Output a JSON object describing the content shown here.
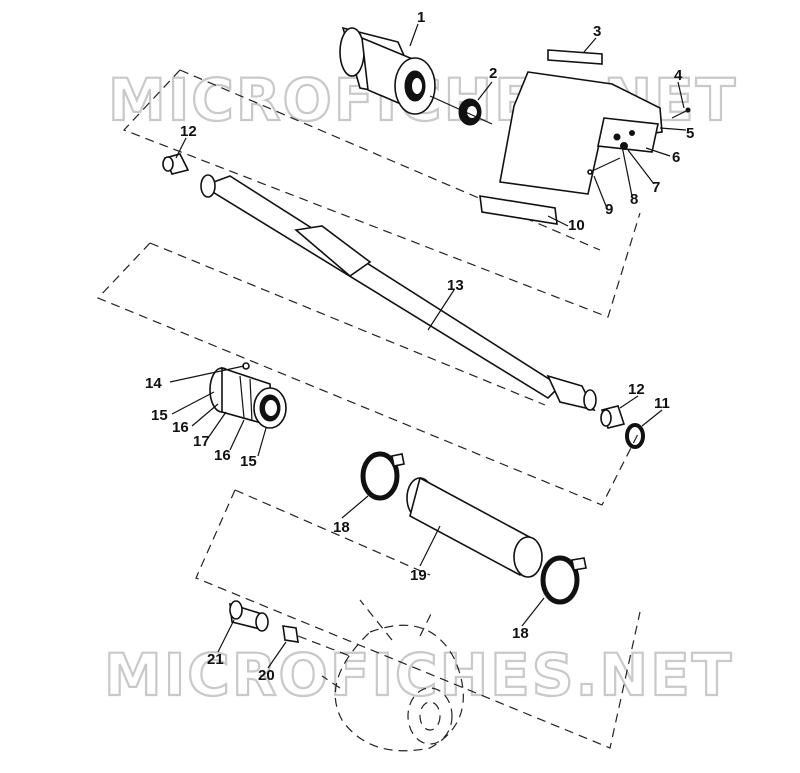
{
  "watermark": {
    "top": "MICROFICHES.NET",
    "bottom": "MICROFICHES.NET"
  },
  "callouts": {
    "c1": "1",
    "c2": "2",
    "c3": "3",
    "c4": "4",
    "c5": "5",
    "c6": "6",
    "c7": "7",
    "c8": "8",
    "c9": "9",
    "c10": "10",
    "c11": "11",
    "c12a": "12",
    "c12b": "12",
    "c13": "13",
    "c14": "14",
    "c15a": "15",
    "c15b": "15",
    "c16a": "16",
    "c16b": "16",
    "c17": "17",
    "c18a": "18",
    "c18b": "18",
    "c19": "19",
    "c20": "20",
    "c21": "21"
  }
}
